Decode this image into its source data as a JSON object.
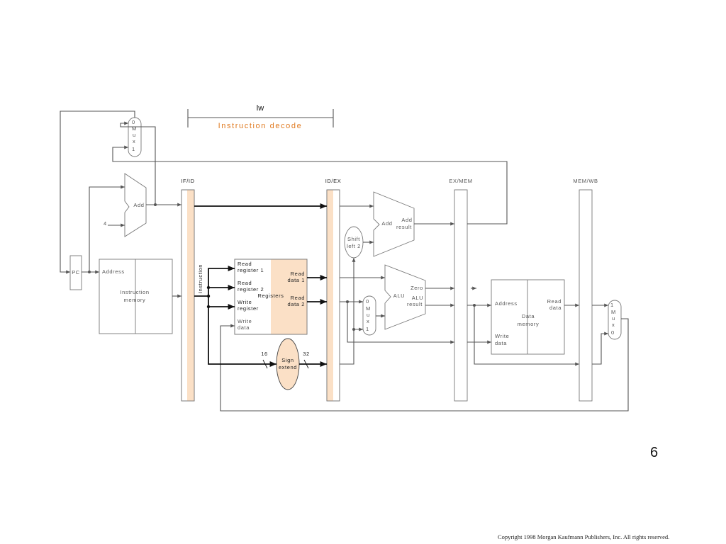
{
  "stage": {
    "instruction": "lw",
    "name": "Instruction decode"
  },
  "pipeline_registers": {
    "if_id": "IF/ID",
    "id_ex": "ID/EX",
    "ex_mem": "EX/MEM",
    "mem_wb": "MEM/WB"
  },
  "pc": "PC",
  "constant_four": "4",
  "mux_top": [
    "0",
    "M",
    "u",
    "x",
    "1"
  ],
  "mux_alu": [
    "0",
    "M",
    "u",
    "x",
    "1"
  ],
  "mux_wb": [
    "1",
    "M",
    "u",
    "x",
    "0"
  ],
  "adder_pc": "Add",
  "adder_branch": {
    "label": "Add",
    "result_line1": "Add",
    "result_line2": "result"
  },
  "shift": {
    "line1": "Shift",
    "line2": "left 2"
  },
  "instruction_memory": {
    "address": "Address",
    "line1": "Instruction",
    "line2": "memory"
  },
  "instruction_bus": "Instruction",
  "registers": {
    "read_register_1": [
      "Read",
      "register 1"
    ],
    "read_register_2": [
      "Read",
      "register 2"
    ],
    "write_register": [
      "Write",
      "register"
    ],
    "write_data": [
      "Write",
      "data"
    ],
    "name": "Registers",
    "read_data_1": [
      "Read",
      "data 1"
    ],
    "read_data_2": [
      "Read",
      "data 2"
    ]
  },
  "sign_extend": {
    "line1": "Sign",
    "line2": "extend",
    "in_width": "16",
    "out_width": "32"
  },
  "alu": {
    "label": "ALU",
    "zero": "Zero",
    "result_line1": "ALU",
    "result_line2": "result"
  },
  "data_memory": {
    "address": "Address",
    "read_data": [
      "Read",
      "data"
    ],
    "name": [
      "Data",
      "memory"
    ],
    "write_data": [
      "Write",
      "data"
    ]
  },
  "colors": {
    "active": "#fbe0c6",
    "bold_wire": "#111111",
    "wire": "#555555"
  },
  "page_number": "6",
  "copyright": "Copyright 1998 Morgan Kaufmann Publishers, Inc. All rights reserved."
}
